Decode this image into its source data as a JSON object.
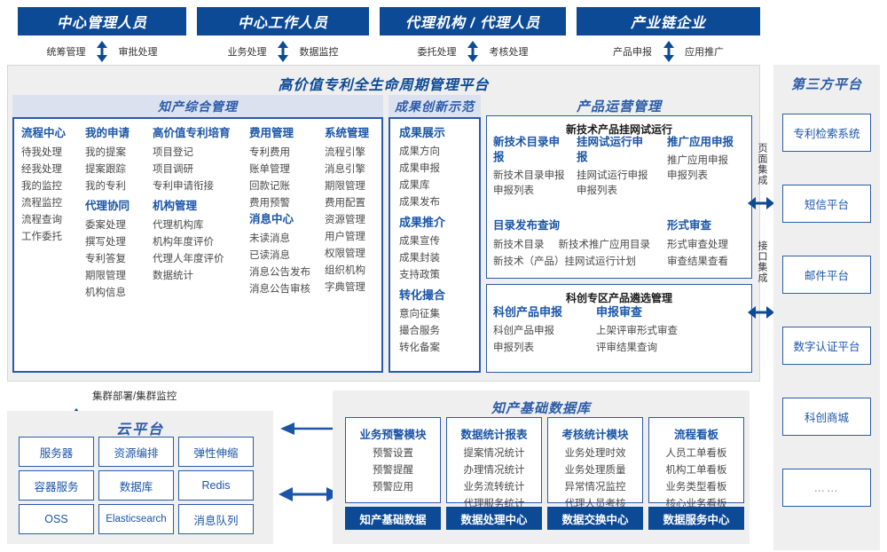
{
  "roles": [
    {
      "name": "中心管理人员",
      "links": [
        "统筹管理",
        "审批处理"
      ]
    },
    {
      "name": "中心工作人员",
      "links": [
        "业务处理",
        "数据监控"
      ]
    },
    {
      "name": "代理机构 / 代理人员",
      "links": [
        "委托处理",
        "考核处理"
      ]
    },
    {
      "name": "产业链企业",
      "links": [
        "产品申报",
        "应用推广"
      ]
    }
  ],
  "platform": {
    "title": "高价值专利全生命周期管理平台",
    "groups": {
      "zhichan": {
        "band": "知产综合管理",
        "columns": [
          {
            "sections": [
              {
                "head": "流程中心",
                "items": [
                  "待我处理",
                  "经我处理",
                  "我的监控",
                  "流程监控",
                  "流程查询",
                  "工作委托"
                ]
              }
            ]
          },
          {
            "sections": [
              {
                "head": "我的申请",
                "items": [
                  "我的提案",
                  "提案跟踪",
                  "我的专利"
                ]
              },
              {
                "head": "代理协同",
                "items": [
                  "委案处理",
                  "撰写处理",
                  "专利答复",
                  "期限管理",
                  "机构信息"
                ]
              }
            ]
          },
          {
            "sections": [
              {
                "head": "高价值专利培育",
                "items": [
                  "项目登记",
                  "项目调研",
                  "专利申请衔接"
                ]
              },
              {
                "head": "机构管理",
                "items": [
                  "代理机构库",
                  "机构年度评价",
                  "代理人年度评价",
                  "数据统计"
                ]
              }
            ]
          },
          {
            "sections": [
              {
                "head": "费用管理",
                "items": [
                  "专利费用",
                  "账单管理",
                  "回款记账",
                  "费用预警"
                ]
              },
              {
                "head": "消息中心",
                "items": [
                  "未读消息",
                  "已读消息",
                  "消息公告发布",
                  "消息公告审核"
                ]
              }
            ]
          },
          {
            "sections": [
              {
                "head": "系统管理",
                "items": [
                  "流程引擎",
                  "消息引擎",
                  "期限管理",
                  "费用配置",
                  "资源管理",
                  "用户管理",
                  "权限管理",
                  "组织机构",
                  "字典管理"
                ]
              }
            ]
          }
        ]
      },
      "chengguo": {
        "band": "成果创新示范",
        "sections": [
          {
            "head": "成果展示",
            "items": [
              "成果方向",
              "成果申报",
              "成果库",
              "成果发布"
            ]
          },
          {
            "head": "成果推介",
            "items": [
              "成果宣传",
              "成果封装",
              "支持政策"
            ]
          },
          {
            "head": "转化撮合",
            "items": [
              "意向征集",
              "撮合服务",
              "转化备案"
            ]
          }
        ]
      },
      "chanpin": {
        "band": "产品运营管理",
        "boxes": [
          {
            "title": "新技术产品挂网试运行",
            "row1": [
              {
                "head": "新技术目录申报",
                "items": [
                  "新技术目录申报",
                  "申报列表"
                ]
              },
              {
                "head": "挂网试运行申报",
                "items": [
                  "挂网试运行申报",
                  "申报列表"
                ]
              },
              {
                "head": "推广应用申报",
                "items": [
                  "推广应用申报",
                  "申报列表"
                ]
              }
            ],
            "row2_left": {
              "head": "目录发布查询",
              "items": [
                "新技术目录",
                "新技术推广应用目录",
                "新技术（产品）挂网试运行计划"
              ]
            },
            "row2_right": {
              "head": "形式审查",
              "items": [
                "形式审查处理",
                "审查结果查看"
              ]
            }
          },
          {
            "title": "科创专区产品遴选管理",
            "row1": [
              {
                "head": "科创产品申报",
                "items": [
                  "科创产品申报",
                  "申报列表"
                ]
              },
              {
                "head": "申报审查",
                "items": [
                  "上架评审形式审查",
                  "评审结果查询"
                ]
              }
            ]
          }
        ]
      }
    }
  },
  "integration": {
    "page_label": "页面集成",
    "api_label": "接口集成"
  },
  "third_party": {
    "title": "第三方平台",
    "items": [
      "专利检索系统",
      "短信平台",
      "邮件平台",
      "数字认证平台",
      "科创商城",
      "……"
    ]
  },
  "cloud": {
    "cluster_label": "集群部署/集群监控",
    "title": "云平台",
    "cells": [
      "服务器",
      "资源编排",
      "弹性伸缩",
      "容器服务",
      "数据库",
      "Redis",
      "OSS",
      "Elasticsearch",
      "消息队列"
    ]
  },
  "database": {
    "title": "知产基础数据库",
    "columns": [
      {
        "head": "业务预警模块",
        "items": [
          "预警设置",
          "预警提醒",
          "预警应用"
        ],
        "foot": "知产基础数据"
      },
      {
        "head": "数据统计报表",
        "items": [
          "提案情况统计",
          "办理情况统计",
          "业务流转统计",
          "代理服务统计"
        ],
        "foot": "数据处理中心"
      },
      {
        "head": "考核统计模块",
        "items": [
          "业务处理时效",
          "业务处理质量",
          "异常情况监控",
          "代理人员考核"
        ],
        "foot": "数据交换中心"
      },
      {
        "head": "流程看板",
        "items": [
          "人员工单看板",
          "机构工单看板",
          "业务类型看板",
          "核心业务看板"
        ],
        "foot": "数据服务中心"
      }
    ]
  },
  "colors": {
    "brand_dark": "#0D4A96",
    "brand_mid": "#2B5BA8",
    "band_bg": "#DCE1F0",
    "panel_bg": "#EFEFEF"
  }
}
